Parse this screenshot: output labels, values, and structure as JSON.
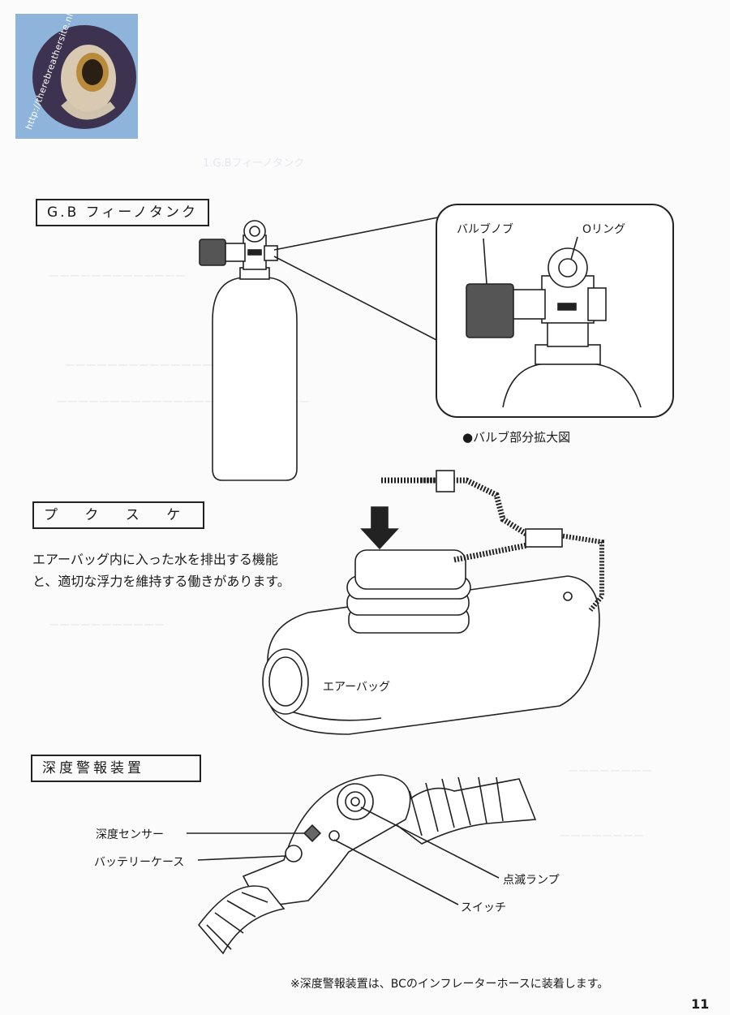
{
  "logo": {
    "url_text": "http://therebreathersite.nl"
  },
  "sections": {
    "tank": {
      "title": "G.B フィーノタンク"
    },
    "puksuke": {
      "title": "プ ク ス ケ",
      "description_line1": "エアーバッグ内に入った水を排出する機能",
      "description_line2": "と、適切な浮力を維持する働きがあります。"
    },
    "alarm": {
      "title": "深度警報装置"
    }
  },
  "labels": {
    "valve_knob": "バルブノブ",
    "o_ring": "Oリング",
    "valve_detail_caption": "●バルブ部分拡大図",
    "airbag": "エアーバッグ",
    "depth_sensor": "深度センサー",
    "battery_case": "バッテリーケース",
    "flashing_lamp": "点滅ランプ",
    "switch": "スイッチ"
  },
  "footer": {
    "note": "※深度警報装置は、BCのインフレーターホースに装着します。",
    "page_number": "11"
  },
  "colors": {
    "logo_bg": "#8fb4dc",
    "line": "#222222",
    "ghost": "#e6e7ec"
  }
}
